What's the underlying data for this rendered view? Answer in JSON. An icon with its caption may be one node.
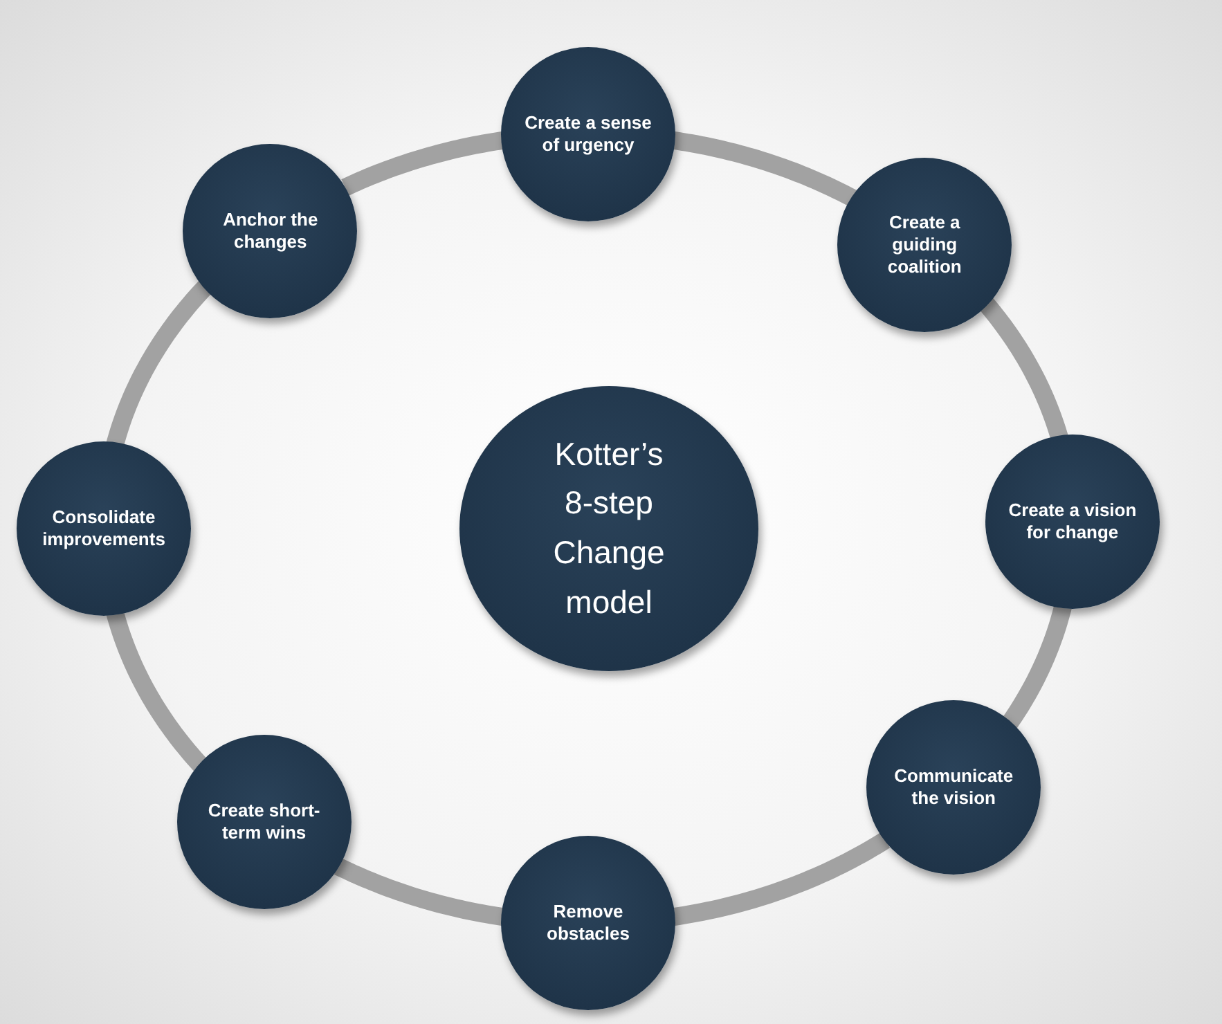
{
  "diagram": {
    "nodes": [
      {
        "text": [
          "Kotter’s 8-step Change model"
        ]
      },
      {
        "text": [
          "Create a sense of urgency"
        ]
      },
      {
        "text": [
          "Create a guiding coalition"
        ]
      },
      {
        "text": [
          "Create a vision for change"
        ]
      },
      {
        "text": [
          "Communicate the vision"
        ]
      },
      {
        "text": [
          "Remove obstacles"
        ]
      },
      {
        "text": [
          "Create short-term wins"
        ]
      },
      {
        "text": [
          "Consolidate improvements"
        ]
      },
      {
        "text": [
          "Anchor the changes"
        ]
      }
    ],
    "edges": [
      {
        "from": 1,
        "to": 2,
        "arrow": "none"
      },
      {
        "from": 2,
        "to": 3,
        "arrow": "none"
      },
      {
        "from": 3,
        "to": 4,
        "arrow": "none"
      },
      {
        "from": 4,
        "to": 5,
        "arrow": "none"
      },
      {
        "from": 5,
        "to": 6,
        "arrow": "none"
      },
      {
        "from": 6,
        "to": 7,
        "arrow": "none"
      },
      {
        "from": 7,
        "to": 8,
        "arrow": "none"
      },
      {
        "from": 8,
        "to": 1,
        "arrow": "none"
      }
    ]
  }
}
